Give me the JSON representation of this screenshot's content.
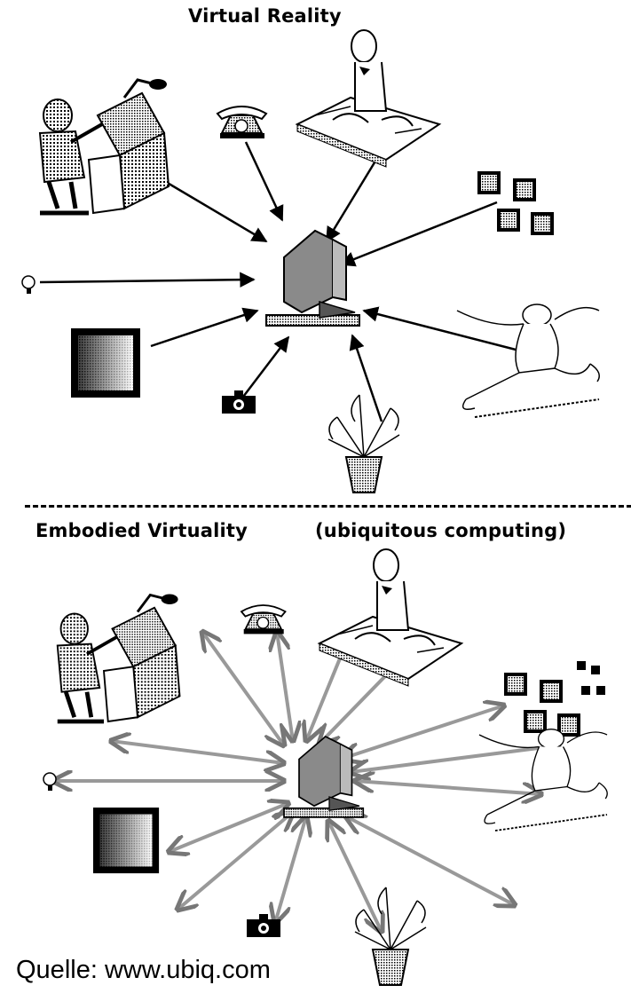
{
  "top": {
    "title": "Virtual Reality"
  },
  "bottom": {
    "title_left": "Embodied Virtuality",
    "title_right": "(ubiquitous computing)"
  },
  "source": "Quelle: www.ubiq.com",
  "colors": {
    "ink": "#000000",
    "screen": "#808080",
    "bidirectional_arrow": "#9a9a9a"
  },
  "icons": [
    "person-at-drafting-table-icon",
    "telephone-icon",
    "person-at-desk-icon",
    "chip-blocks-icon",
    "lightbulb-icon",
    "gradient-panel-icon",
    "camera-icon",
    "plant-icon",
    "dancing-person-icon",
    "computer-icon"
  ]
}
